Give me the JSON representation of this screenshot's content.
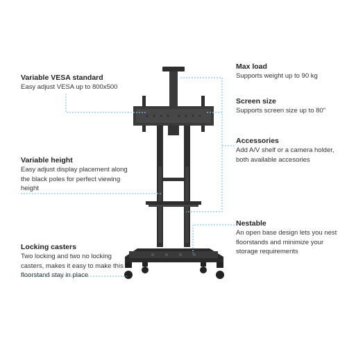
{
  "callouts": {
    "vesa": {
      "title": "Variable VESA standard",
      "desc": "Easy adjust VESA up to 800x500"
    },
    "height": {
      "title": "Variable height",
      "desc": "Easy adjust display placement along the black poles for perfect viewing height"
    },
    "casters": {
      "title": "Locking casters",
      "desc": "Two locking and two no locking casters, makes it easy to make this floorstand stay in place"
    },
    "maxload": {
      "title": "Max load",
      "desc": "Supports weight up to 90 kg"
    },
    "screen": {
      "title": "Screen size",
      "desc": "Supports screen size up to 80\""
    },
    "accessories": {
      "title": "Accessories",
      "desc": "Add A/V shelf or a camera holder, both available accesories"
    },
    "nestable": {
      "title": "Nestable",
      "desc": "An open base design lets you nest floorstands and minimize your storage requirements"
    }
  },
  "colors": {
    "leader": "#7ec6e8",
    "stand": "#2a2a2a",
    "text": "#2b2b2b"
  }
}
